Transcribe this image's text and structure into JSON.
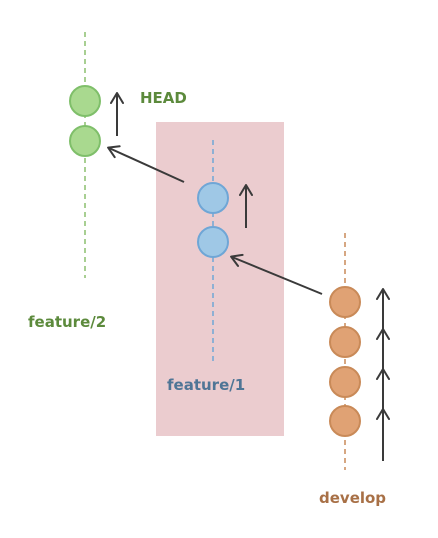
{
  "labels": {
    "head": "HEAD",
    "feature2": "feature/2",
    "feature1": "feature/1",
    "develop": "develop"
  },
  "branches": {
    "feature2": {
      "name": "feature/2",
      "commit_count": 2,
      "color": "#a9d98f",
      "stroke": "#7fbf6a",
      "label_color": "#5c8a3c",
      "dash_color": "#8cbf6e"
    },
    "feature1": {
      "name": "feature/1",
      "commit_count": 2,
      "color": "#9fc8e6",
      "stroke": "#6fa6d6",
      "label_color": "#4f7596",
      "dash_color": "#6fa6d6",
      "highlight": "#ebcccf"
    },
    "develop": {
      "name": "develop",
      "commit_count": 4,
      "color": "#e0a274",
      "stroke": "#c98a58",
      "label_color": "#a87046",
      "dash_color": "#c98a58"
    }
  },
  "colors": {
    "arrow": "#3a3a3a",
    "background": "#ffffff"
  }
}
